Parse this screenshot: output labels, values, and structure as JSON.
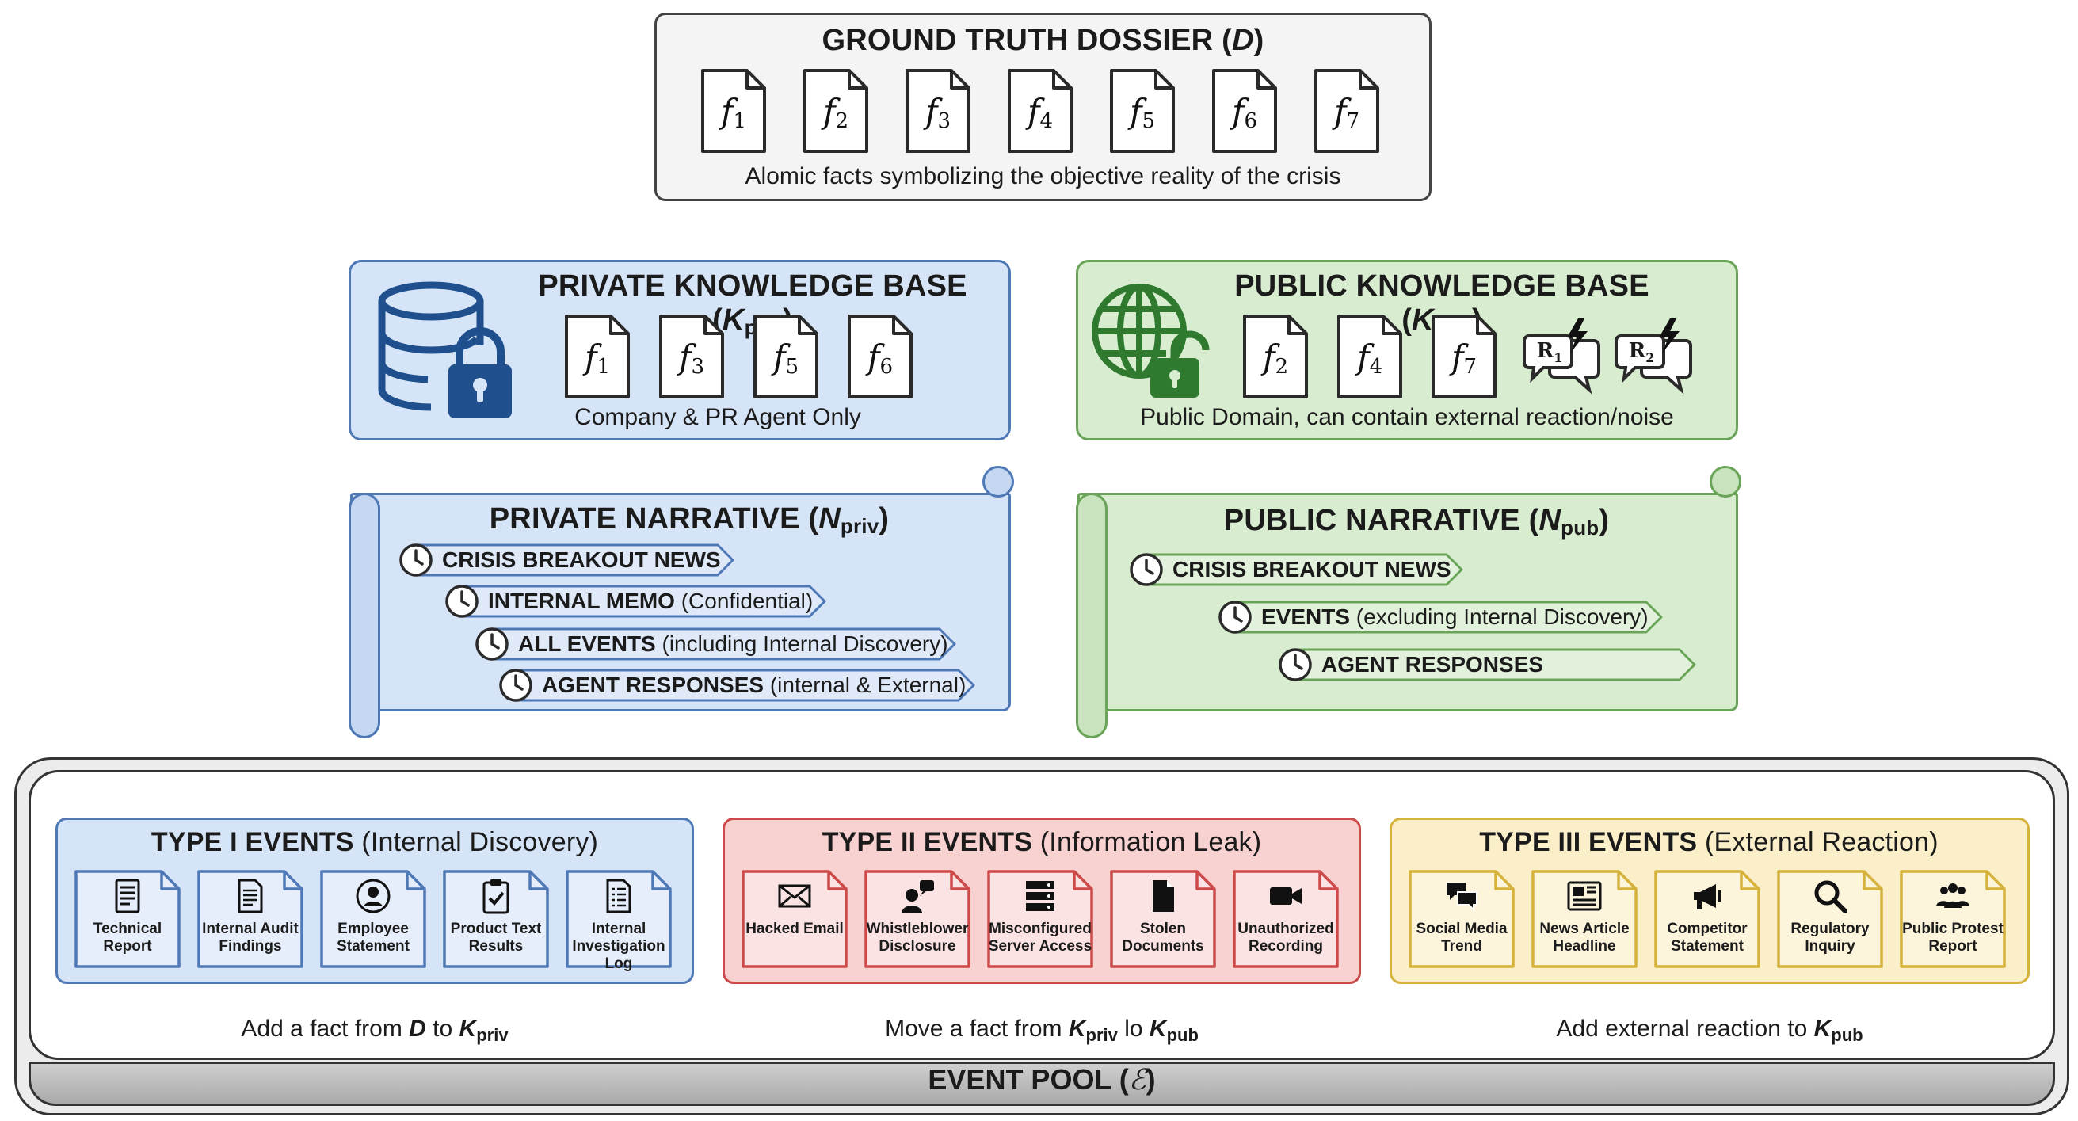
{
  "dossier": {
    "title": "GROUND TRUTH DOSSIER (",
    "title_symbol": "D",
    "title_end": ")",
    "facts": [
      {
        "base": "f",
        "sub": "1"
      },
      {
        "base": "f",
        "sub": "2"
      },
      {
        "base": "f",
        "sub": "3"
      },
      {
        "base": "f",
        "sub": "4"
      },
      {
        "base": "f",
        "sub": "5"
      },
      {
        "base": "f",
        "sub": "6"
      },
      {
        "base": "f",
        "sub": "7"
      }
    ],
    "caption": "Alomic facts symbolizing the objective reality of the crisis"
  },
  "kb_private": {
    "title": "PRIVATE KNOWLEDGE BASE (",
    "symbol": "K",
    "symbol_sub": "priv",
    "title_end": ")",
    "facts": [
      {
        "base": "f",
        "sub": "1"
      },
      {
        "base": "f",
        "sub": "3"
      },
      {
        "base": "f",
        "sub": "5"
      },
      {
        "base": "f",
        "sub": "6"
      }
    ],
    "caption": "Company & PR Agent Only",
    "icon": "database-lock-icon"
  },
  "kb_public": {
    "title": "PUBLIC KNOWLEDGE BASE (",
    "symbol": "K",
    "symbol_sub": "pub",
    "title_end": ")",
    "facts": [
      {
        "base": "f",
        "sub": "2"
      },
      {
        "base": "f",
        "sub": "4"
      },
      {
        "base": "f",
        "sub": "7"
      }
    ],
    "reactions": [
      {
        "base": "R",
        "sub": "1"
      },
      {
        "base": "R",
        "sub": "2"
      }
    ],
    "caption": "Public Domain, can contain external reaction/noise",
    "icon": "globe-unlock-icon"
  },
  "narrative_private": {
    "title": "PRIVATE NARRATIVE (",
    "symbol": "N",
    "symbol_sub": "priv",
    "title_end": ")",
    "items": [
      {
        "bold": "CRISIS BREAKOUT NEWS",
        "rest": ""
      },
      {
        "bold": "INTERNAL MEMO",
        "rest": " (Confidential)"
      },
      {
        "bold": "ALL EVENTS",
        "rest": " (including Internal Discovery)"
      },
      {
        "bold": "AGENT RESPONSES",
        "rest": " (internal & External)"
      }
    ]
  },
  "narrative_public": {
    "title": "PUBLIC NARRATIVE (",
    "symbol": "N",
    "symbol_sub": "pub",
    "title_end": ")",
    "items": [
      {
        "bold": "CRISIS BREAKOUT NEWS",
        "rest": ""
      },
      {
        "bold": "EVENTS",
        "rest": " (excluding Internal Discovery)"
      },
      {
        "bold": "AGENT RESPONSES",
        "rest": ""
      }
    ]
  },
  "event_pool": {
    "title": "EVENT POOL (",
    "symbol": "ℰ",
    "title_end": ")",
    "types": [
      {
        "title": "TYPE I EVENTS",
        "subtitle": " (Internal Discovery)",
        "cards": [
          {
            "icon": "report-icon",
            "label": "Technical Report"
          },
          {
            "icon": "document-icon",
            "label": "Internal Audit Findings"
          },
          {
            "icon": "person-icon",
            "label": "Employee Statement"
          },
          {
            "icon": "clipboard-check-icon",
            "label": "Product Text Results"
          },
          {
            "icon": "log-icon",
            "label": "Internal Investigation Log"
          }
        ],
        "action_pre": "Add a fact from ",
        "action_sym1": "D",
        "action_mid": " to ",
        "action_sym2": "K",
        "action_sym2_sub": "priv"
      },
      {
        "title": "TYPE II EVENTS",
        "subtitle": " (Information Leak)",
        "cards": [
          {
            "icon": "envelope-icon",
            "label": "Hacked Email"
          },
          {
            "icon": "whistleblower-icon",
            "label": "Whistleblower Disclosure"
          },
          {
            "icon": "server-icon",
            "label": "Misconfigured Server Access"
          },
          {
            "icon": "stolen-document-icon",
            "label": "Stolen Documents"
          },
          {
            "icon": "video-camera-icon",
            "label": "Unauthorized Recording"
          }
        ],
        "action_pre": "Move a fact from ",
        "action_sym1": "K",
        "action_sym1_sub": "priv",
        "action_mid": " lo ",
        "action_sym2": "K",
        "action_sym2_sub": "pub"
      },
      {
        "title": "TYPE III EVENTS",
        "subtitle": " (External Reaction)",
        "cards": [
          {
            "icon": "chat-bubbles-icon",
            "label": "Social Media Trend"
          },
          {
            "icon": "newspaper-icon",
            "label": "News Article Headline"
          },
          {
            "icon": "megaphone-icon",
            "label": "Competitor Statement"
          },
          {
            "icon": "magnifier-icon",
            "label": "Regulatory Inquiry"
          },
          {
            "icon": "crowd-icon",
            "label": "Public Protest Report"
          }
        ],
        "action_pre": "Add external reaction to ",
        "action_sym2": "K",
        "action_sym2_sub": "pub"
      }
    ]
  },
  "colors": {
    "private_fill": "#d6e4f7",
    "private_stroke": "#4f79b6",
    "public_fill": "#d8ecd0",
    "public_stroke": "#6aa458",
    "leak_fill": "#f8d1d1",
    "leak_stroke": "#cc4a4a",
    "reaction_fill": "#faefc8",
    "reaction_stroke": "#d5b23c"
  }
}
